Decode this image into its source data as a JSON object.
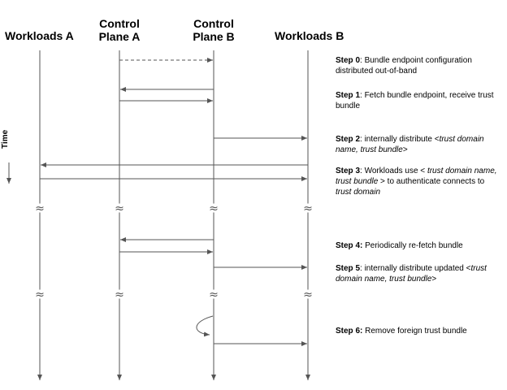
{
  "lanes": {
    "workloads_a": "Workloads A",
    "control_plane_a_line1": "Control",
    "control_plane_a_line2": "Plane A",
    "control_plane_b_line1": "Control",
    "control_plane_b_line2": "Plane B",
    "workloads_b": "Workloads B"
  },
  "time_label": "Time",
  "steps": {
    "s0": {
      "label": "Step 0",
      "text": ": Bundle endpoint configuration distributed out-of-band"
    },
    "s1": {
      "label": "Step 1",
      "text": ": Fetch bundle endpoint, receive trust bundle"
    },
    "s2": {
      "label": "Step 2",
      "pre": ": internally distribute <",
      "em": "trust domain name, trust bundle",
      "post": ">"
    },
    "s3": {
      "label": "Step 3",
      "pre": ": Workloads use < ",
      "em1": "trust domain name, trust bundle",
      "mid": " > to authenticate connects to ",
      "em2": "trust domain"
    },
    "s4": {
      "label": "Step 4:",
      "text": " Periodically re-fetch bundle"
    },
    "s5": {
      "label": "Step 5",
      "pre": ": internally distribute updated <",
      "em": "trust domain name, trust bundle",
      "post": ">"
    },
    "s6": {
      "label": "Step 6:",
      "text": " Remove foreign trust bundle"
    }
  },
  "colors": {
    "line": "#555555",
    "text": "#000000"
  },
  "break_symbol": "≈"
}
